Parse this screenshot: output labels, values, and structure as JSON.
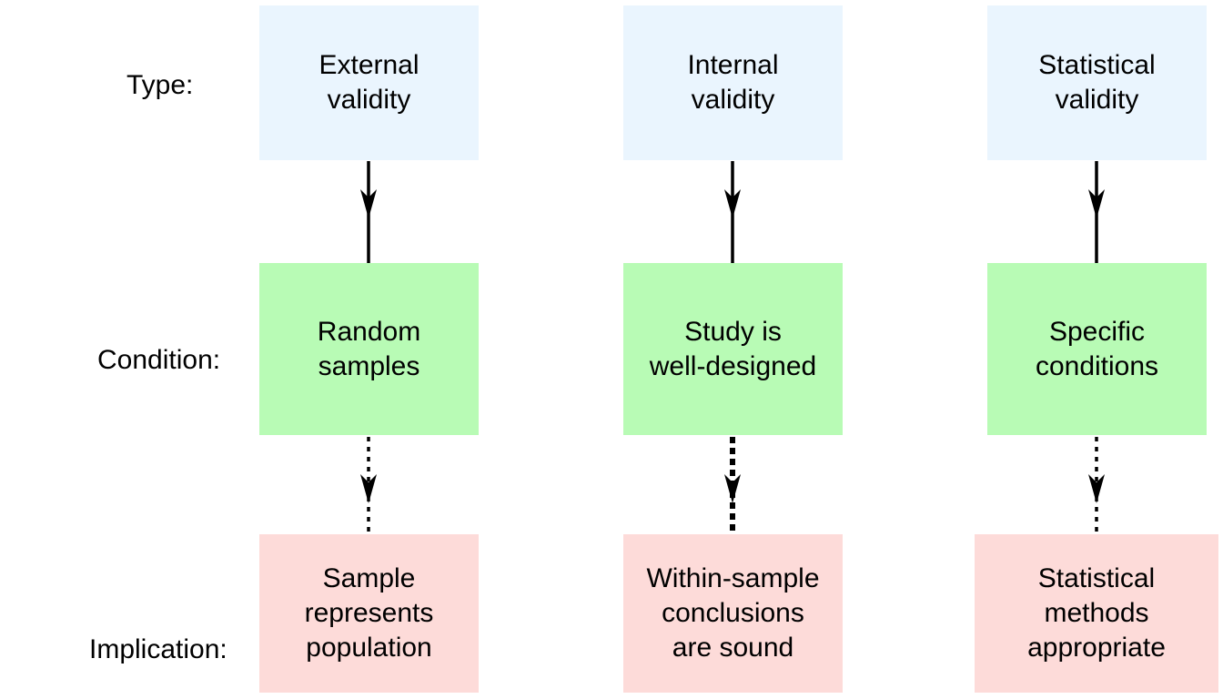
{
  "row_labels": {
    "type": "Type:",
    "condition": "Condition:",
    "implication": "Implication:"
  },
  "columns": [
    {
      "type": [
        "External",
        "validity"
      ],
      "condition": [
        "Random",
        "samples"
      ],
      "implication": [
        "Sample",
        "represents",
        "population"
      ]
    },
    {
      "type": [
        "Internal",
        "validity"
      ],
      "condition": [
        "Study is",
        "well-designed"
      ],
      "implication": [
        "Within-sample",
        "conclusions",
        "are sound"
      ]
    },
    {
      "type": [
        "Statistical",
        "validity"
      ],
      "condition": [
        "Specific",
        "conditions"
      ],
      "implication": [
        "Statistical",
        "methods",
        "appropriate"
      ]
    }
  ],
  "colors": {
    "type_fill": "#eaf5fe",
    "condition_fill": "#b8fbb5",
    "implication_fill": "#fddbd9",
    "arrow": "#000000"
  }
}
